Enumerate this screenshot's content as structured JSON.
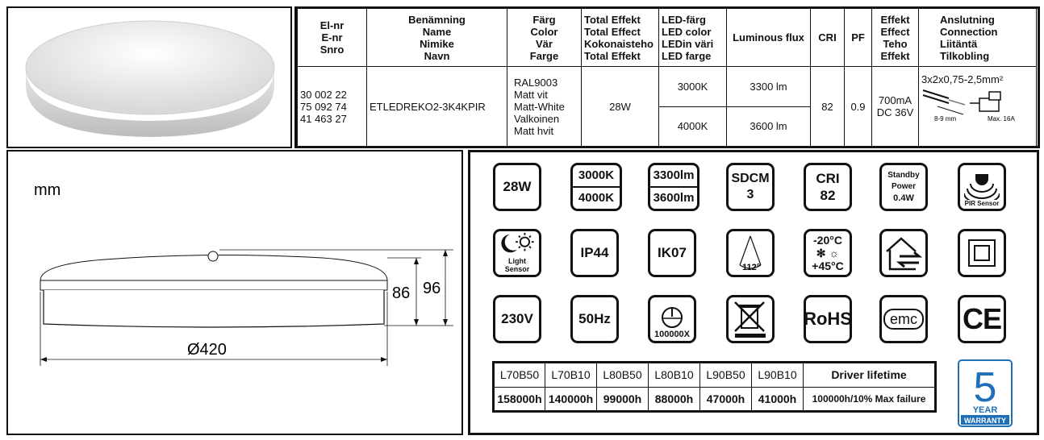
{
  "spec": {
    "headers": {
      "elnr": "El-nr\nE-nr\nSnro",
      "name": "Benämning\nName\nNimike\nNavn",
      "color": "Färg\nColor\nVär\nFarge",
      "effect": "Total Effekt\nTotal Effect\nKokonaisteho\nTotal Effekt",
      "ledcolor": "LED-färg\nLED color\nLEDin väri\nLED farge",
      "flux": "Luminous flux",
      "cri": "CRI",
      "pf": "PF",
      "power": "Effekt\nEffect\nTeho\nEffekt",
      "connection": "Anslutning\nConnection\nLiitäntä\nTilkobling"
    },
    "row": {
      "elnr": "30 002 22\n75 092 74\n41 463 27",
      "name": "ETLEDREKO2-3K4KPIR",
      "color": "RAL9003\nMatt vit\nMatt-White\nValkoinen\nMatt hvit",
      "effect": "28W",
      "led1": "3000K",
      "flux1": "3300 lm",
      "led2": "4000K",
      "flux2": "3600 lm",
      "cri": "82",
      "pf": "0.9",
      "power": "700mA\nDC 36V",
      "connection": "3x2x0,75-2,5mm²",
      "strip_label": "8-9 mm",
      "max_label": "Max. 16A"
    }
  },
  "drawing": {
    "unit": "mm",
    "diameter": "Ø420",
    "height_inner": "86",
    "height_outer": "96"
  },
  "icons": {
    "power": "28W",
    "cct": [
      "3000K",
      "4000K"
    ],
    "flux": [
      "3300lm",
      "3600lm"
    ],
    "sdcm": [
      "SDCM",
      "3"
    ],
    "cri": [
      "CRI",
      "82"
    ],
    "standby": [
      "Standby Power",
      "0.4W"
    ],
    "pir": "PIR Sensor",
    "light_sensor": "Light Sensor",
    "ip": "IP44",
    "ik": "IK07",
    "beam": "112°",
    "temp_low": "-20°C",
    "temp_high": "+45°C",
    "voltage": "230V",
    "freq": "50Hz",
    "switch": "100000X",
    "rohs": "RoHS",
    "emc": "emc",
    "ce": "CE"
  },
  "lifetime": {
    "headers": [
      "L70B50",
      "L70B10",
      "L80B50",
      "L80B10",
      "L90B50",
      "L90B10",
      "Driver lifetime"
    ],
    "values": [
      "158000h",
      "140000h",
      "99000h",
      "88000h",
      "47000h",
      "41000h",
      "100000h/10% Max failure"
    ]
  },
  "warranty": {
    "years": "5",
    "line1": "YEAR",
    "line2": "WARRANTY",
    "color": "#1e6fb8"
  }
}
